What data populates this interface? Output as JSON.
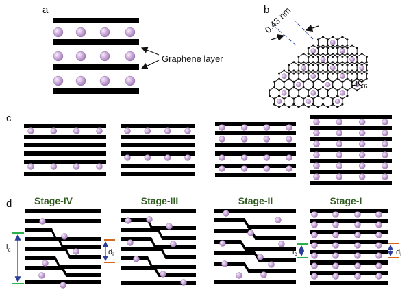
{
  "panels": {
    "a": {
      "label": "a",
      "annotation": "Graphene layer"
    },
    "b": {
      "label": "b",
      "distance_label": "0.43 nm",
      "formula_main": "LiC",
      "formula_sub": "6"
    },
    "c": {
      "label": "c"
    },
    "d": {
      "label": "d",
      "stages": [
        "Stage-IV",
        "Stage-III",
        "Stage-II",
        "Stage-I"
      ],
      "lc_main": "l",
      "lc_sub": "c",
      "di_main": "d",
      "di_sub": "i"
    }
  },
  "colors": {
    "layer": "#000000",
    "ion": "#c9a6d8",
    "ion_highlight": "#f3e9f7",
    "stage_text": "#2e5b1e",
    "lc_arrow": "#2b3f9a",
    "lc_tick": "#2bb04a",
    "di_tick": "#d2691e"
  }
}
